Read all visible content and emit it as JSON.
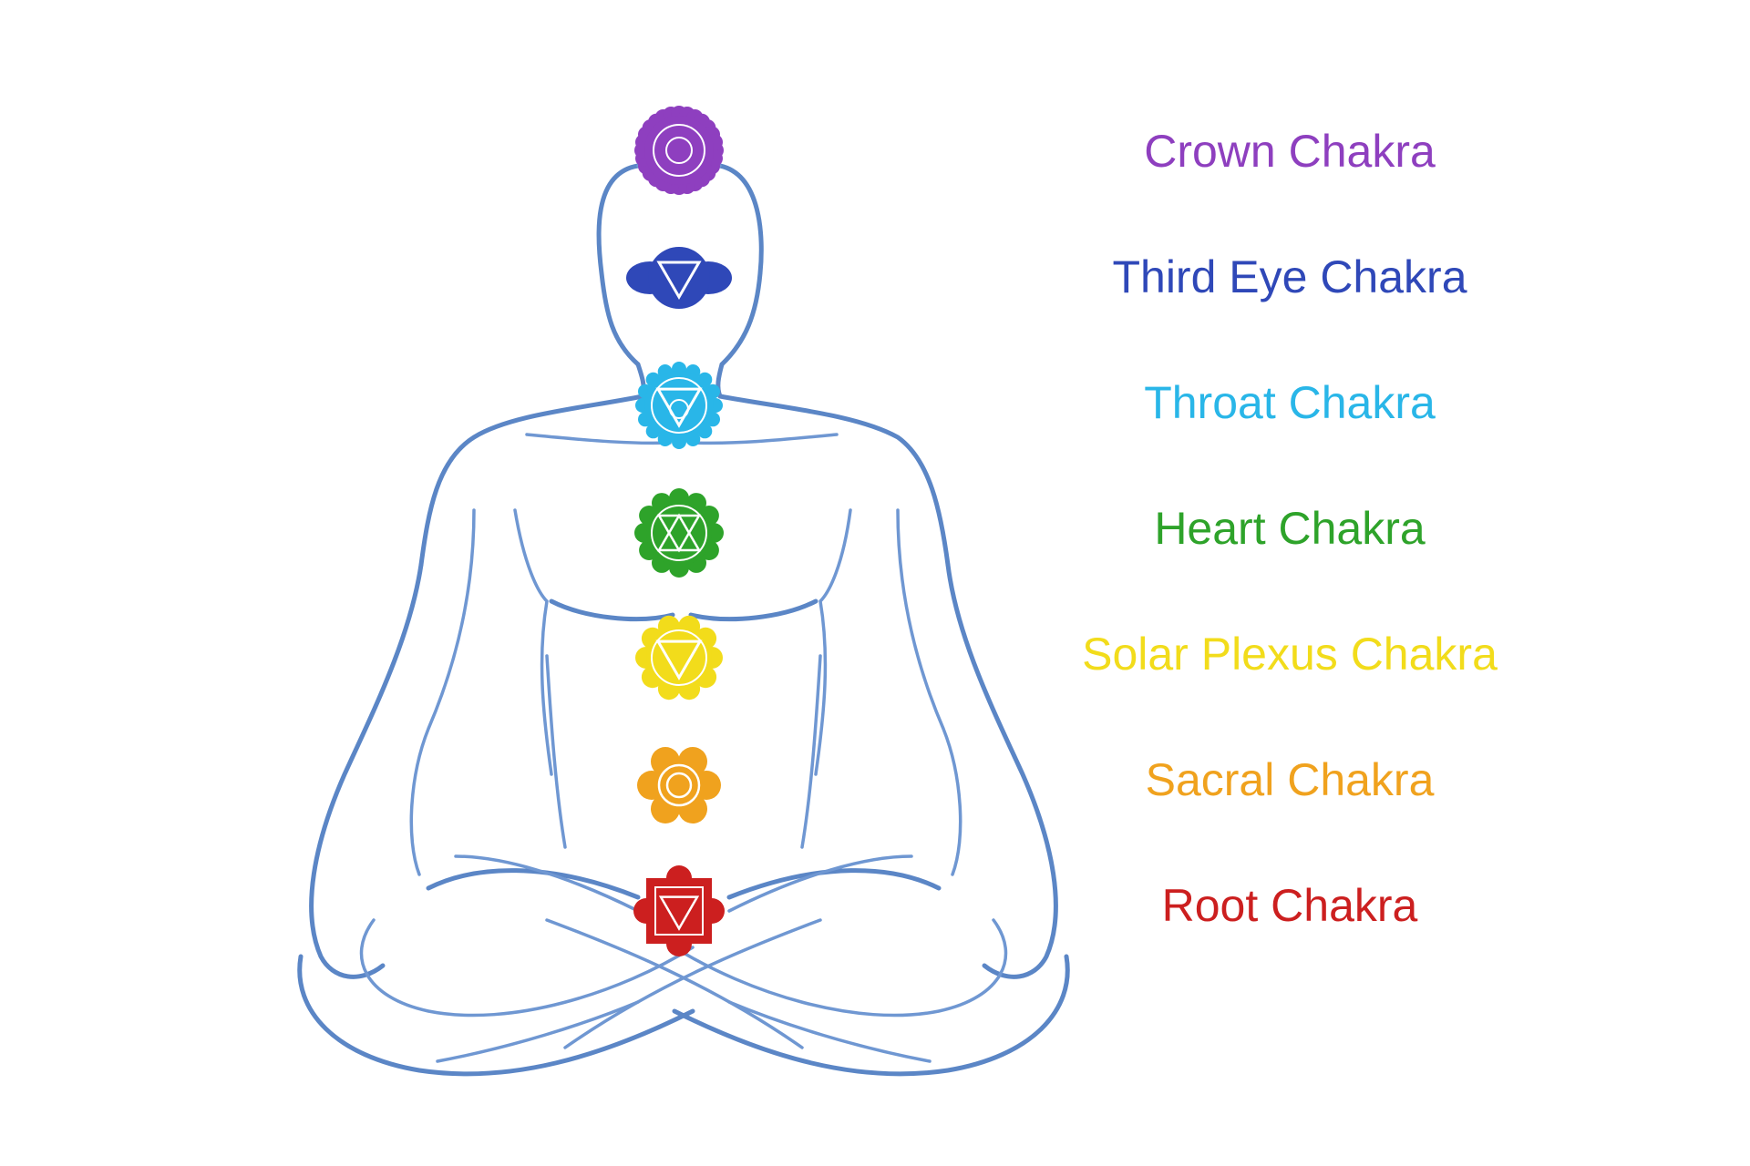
{
  "chakras": [
    {
      "label": "Crown Chakra",
      "color": "#8e3fbf",
      "icon": "crown-chakra-symbol"
    },
    {
      "label": "Third Eye Chakra",
      "color": "#2f48b8",
      "icon": "third-eye-chakra-symbol"
    },
    {
      "label": "Throat Chakra",
      "color": "#29b6e8",
      "icon": "throat-chakra-symbol"
    },
    {
      "label": "Heart Chakra",
      "color": "#2ea32a",
      "icon": "heart-chakra-symbol"
    },
    {
      "label": "Solar Plexus Chakra",
      "color": "#f2dc1b",
      "icon": "solar-plexus-chakra-symbol"
    },
    {
      "label": "Sacral Chakra",
      "color": "#f0a21e",
      "icon": "sacral-chakra-symbol"
    },
    {
      "label": "Root Chakra",
      "color": "#cc1f1f",
      "icon": "root-chakra-symbol"
    }
  ],
  "colors": {
    "background": "#ffffff",
    "body_outline": "#5b86c6"
  }
}
